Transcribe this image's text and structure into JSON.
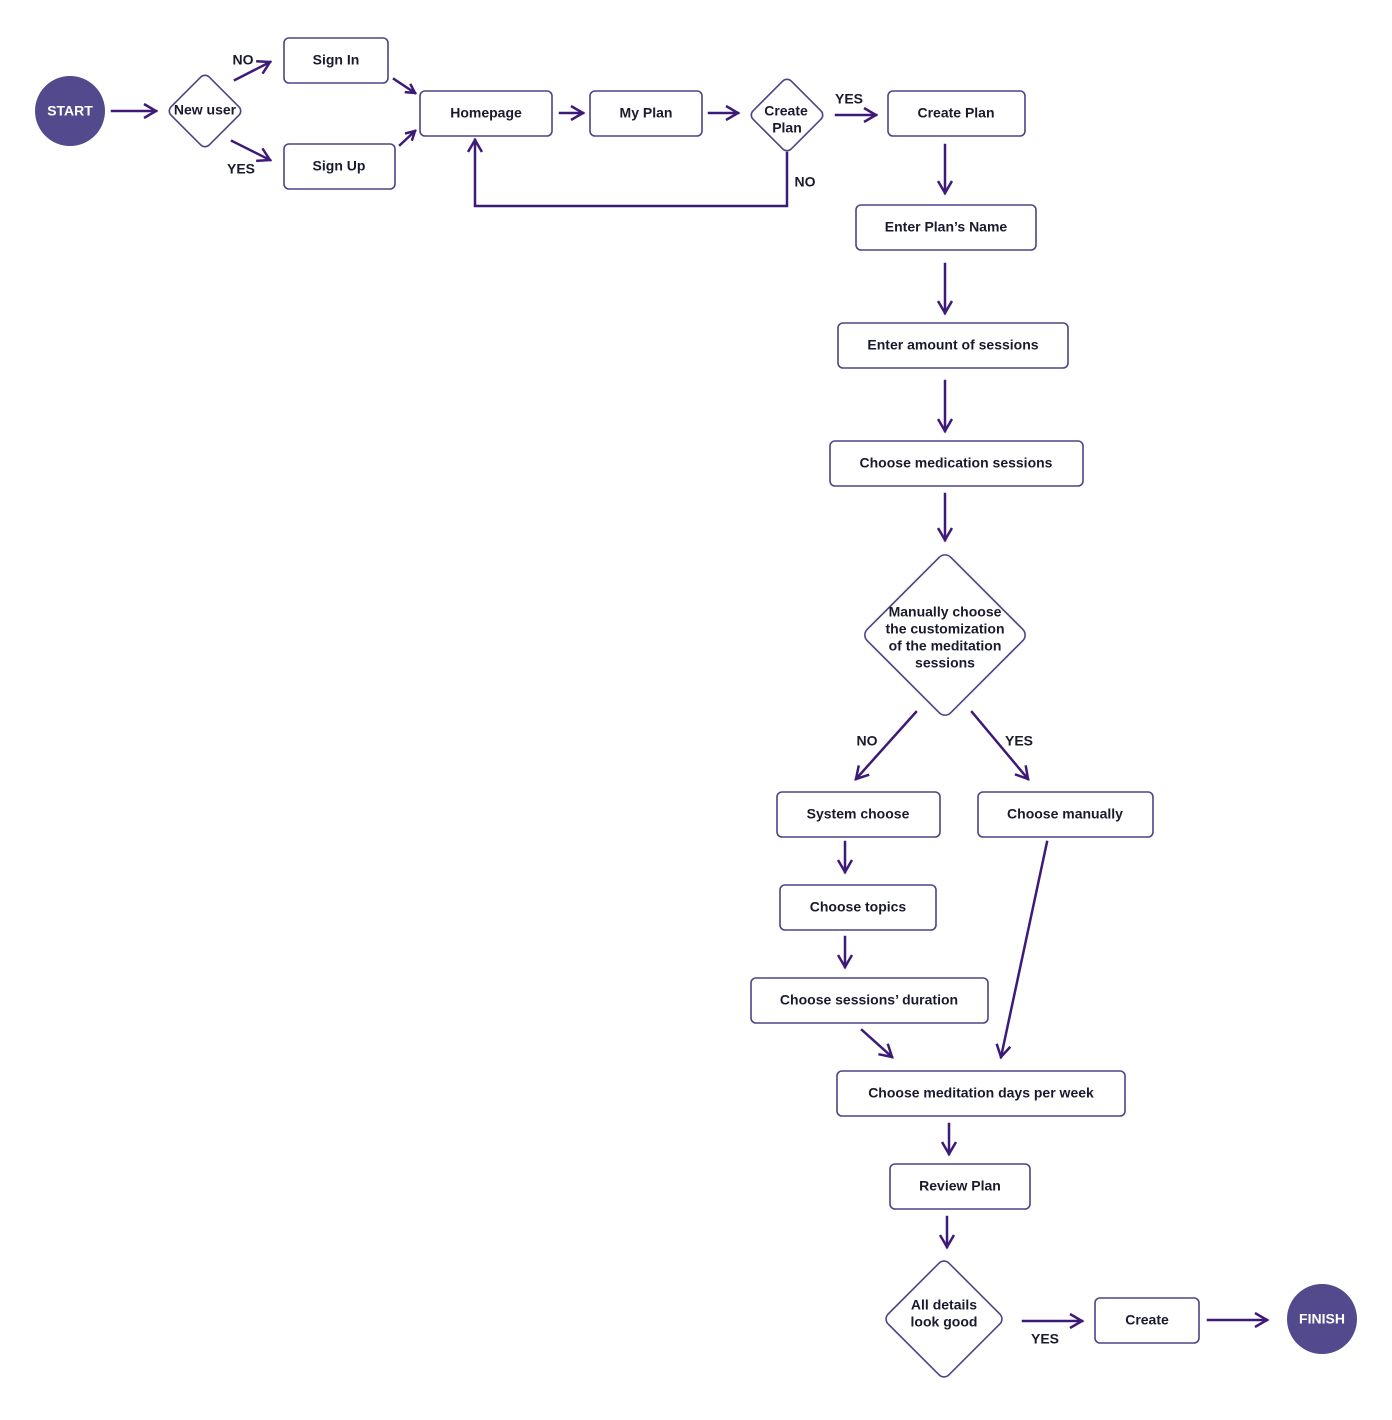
{
  "colors": {
    "accent": "#534a8e",
    "line": "#3d1a78",
    "stroke": "#4b4585",
    "text": "#1a1a2e"
  },
  "nodes": {
    "start": "START",
    "new_user": [
      "New user"
    ],
    "sign_in": "Sign In",
    "sign_up": "Sign Up",
    "homepage": "Homepage",
    "my_plan": "My Plan",
    "create_plan_decision": [
      "Create",
      "Plan"
    ],
    "create_plan": "Create Plan",
    "enter_name": "Enter Plan’s Name",
    "enter_amount": "Enter amount of sessions",
    "choose_medication": "Choose medication sessions",
    "manual_decision": [
      "Manually choose",
      "the customization",
      "of the meditation",
      "sessions"
    ],
    "system_choose": "System choose",
    "choose_manually": "Choose manually",
    "choose_topics": "Choose topics",
    "choose_duration": "Choose sessions’ duration",
    "choose_days": "Choose meditation days per week",
    "review_plan": "Review Plan",
    "all_good_decision": [
      "All details",
      "look good"
    ],
    "create": "Create",
    "finish": "FINISH"
  },
  "edge_labels": {
    "new_user_no": "NO",
    "new_user_yes": "YES",
    "create_plan_yes": "YES",
    "create_plan_no": "NO",
    "manual_no": "NO",
    "manual_yes": "YES",
    "all_good_yes": "YES"
  }
}
